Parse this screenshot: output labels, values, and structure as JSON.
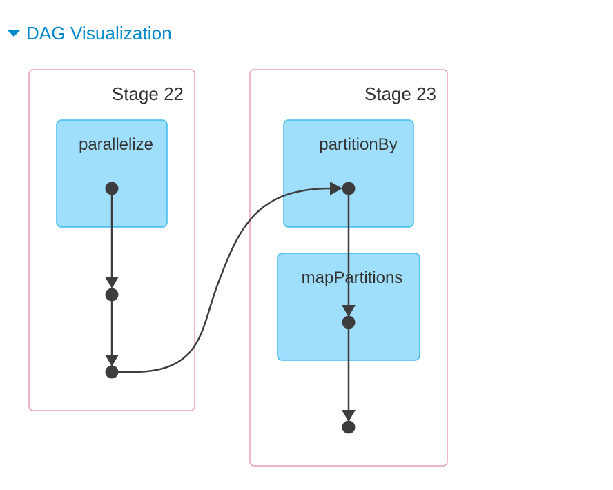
{
  "header": {
    "title": "DAG Visualization",
    "toggle_icon": "triangle-down-icon",
    "accent_color": "#0088cc"
  },
  "stages": [
    {
      "id": "stage-22",
      "label": "Stage 22",
      "operations": [
        {
          "id": "op-parallelize",
          "label": "parallelize"
        }
      ]
    },
    {
      "id": "stage-23",
      "label": "Stage 23",
      "operations": [
        {
          "id": "op-partitionBy",
          "label": "partitionBy"
        },
        {
          "id": "op-mapPartitions",
          "label": "mapPartitions"
        }
      ]
    }
  ],
  "colors": {
    "stage_border": "#e8a0b4",
    "operation_fill": "#a0dffc",
    "operation_border": "#3ebcec",
    "edge": "#3d3d3d",
    "text": "#333333"
  }
}
